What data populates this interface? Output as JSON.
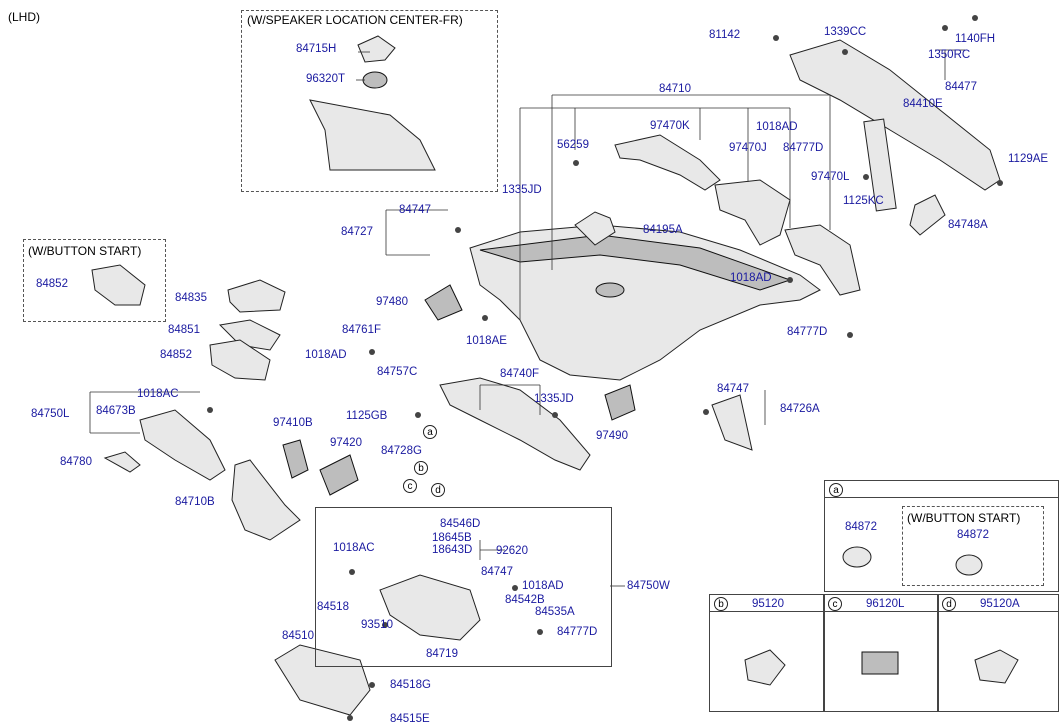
{
  "page": {
    "variant": "(LHD)"
  },
  "insets": {
    "speaker": {
      "title": "(W/SPEAKER LOCATION CENTER-FR)",
      "parts": [
        "84715H",
        "96320T"
      ]
    },
    "button_start_left": {
      "title": "(W/BUTTON START)",
      "parts": [
        "84852"
      ]
    },
    "detail_a": {
      "key": "a",
      "part": "84872",
      "sub_title": "(W/BUTTON START)",
      "sub_part": "84872"
    },
    "detail_b": {
      "key": "b",
      "part": "95120"
    },
    "detail_c": {
      "key": "c",
      "part": "96120L"
    },
    "detail_d": {
      "key": "d",
      "part": "95120A"
    },
    "glovebox_group": {
      "label": "84750W"
    }
  },
  "callouts": {
    "c1": "a",
    "c2": "b",
    "c3": "c",
    "c4": "d"
  },
  "labels": {
    "p84715H": "84715H",
    "p96320T": "96320T",
    "p84852a": "84852",
    "p84835": "84835",
    "p84851": "84851",
    "p84852b": "84852",
    "p84750L": "84750L",
    "p1018AC_a": "1018AC",
    "p84673B": "84673B",
    "p84780": "84780",
    "p97410B": "97410B",
    "p97420": "97420",
    "p84710B": "84710B",
    "p84747_a": "84747",
    "p84727": "84727",
    "p97480": "97480",
    "p84761F": "84761F",
    "p1018AD_a": "1018AD",
    "p1018AE": "1018AE",
    "p84757C": "84757C",
    "p84740F": "84740F",
    "p1335JD_a": "1335JD",
    "p1125GB": "1125GB",
    "p84728G": "84728G",
    "p97490": "97490",
    "p84747_b": "84747",
    "p84726A": "84726A",
    "p1335JD_b": "1335JD",
    "p56259": "56259",
    "p84710": "84710",
    "p97470K": "97470K",
    "p1018AD_b": "1018AD",
    "p97470J": "97470J",
    "p84777D_a": "84777D",
    "p84195A": "84195A",
    "p97470L": "97470L",
    "p1125KC": "1125KC",
    "p1018AD_c": "1018AD",
    "p84777D_b": "84777D",
    "p81142": "81142",
    "p1339CC": "1339CC",
    "p1140FH": "1140FH",
    "p1350RC": "1350RC",
    "p84477": "84477",
    "p84410E": "84410E",
    "p1129AE": "1129AE",
    "p84748A": "84748A",
    "p84546D": "84546D",
    "p18645B": "18645B",
    "p18643D": "18643D",
    "p92620": "92620",
    "p1018AC_b": "1018AC",
    "p84747_c": "84747",
    "p1018AD_d": "1018AD",
    "p84518": "84518",
    "p84542B": "84542B",
    "p84535A": "84535A",
    "p93510": "93510",
    "p84777D_c": "84777D",
    "p84719": "84719",
    "p84510": "84510",
    "p84518G": "84518G",
    "p84515E": "84515E"
  }
}
